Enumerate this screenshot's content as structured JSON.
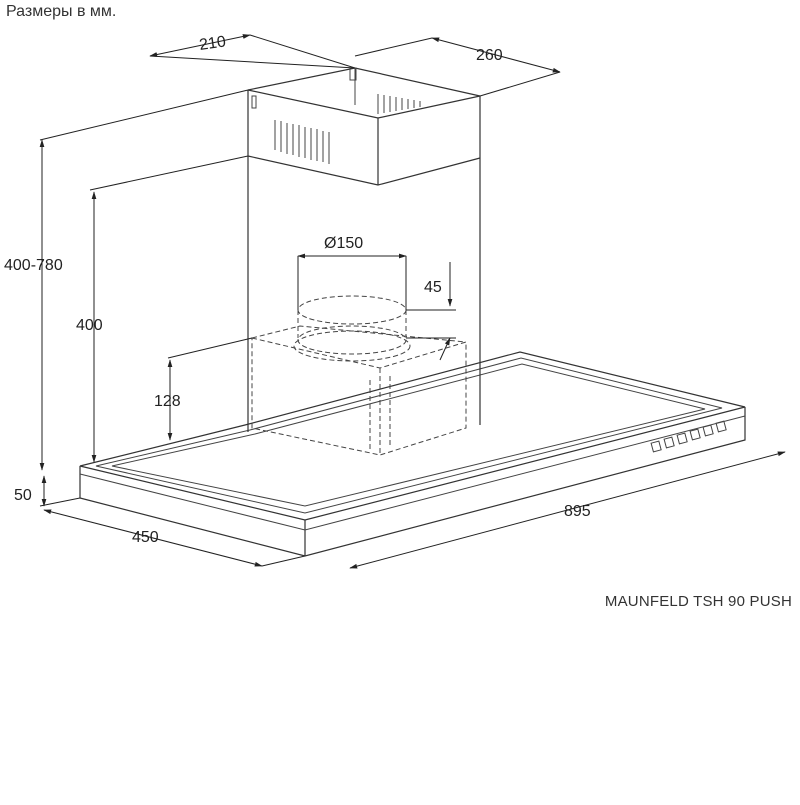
{
  "header": {
    "note": "Размеры в мм."
  },
  "dimensions": {
    "chimney_width": "210",
    "chimney_depth": "260",
    "total_height": "400-780",
    "chimney_height": "400",
    "duct_diameter": "Ø150",
    "collar_height": "45",
    "motor_height": "128",
    "canopy_thickness": "50",
    "canopy_depth": "450",
    "canopy_width": "895"
  },
  "footer": {
    "model": "MAUNFELD TSH 90 PUSH"
  }
}
